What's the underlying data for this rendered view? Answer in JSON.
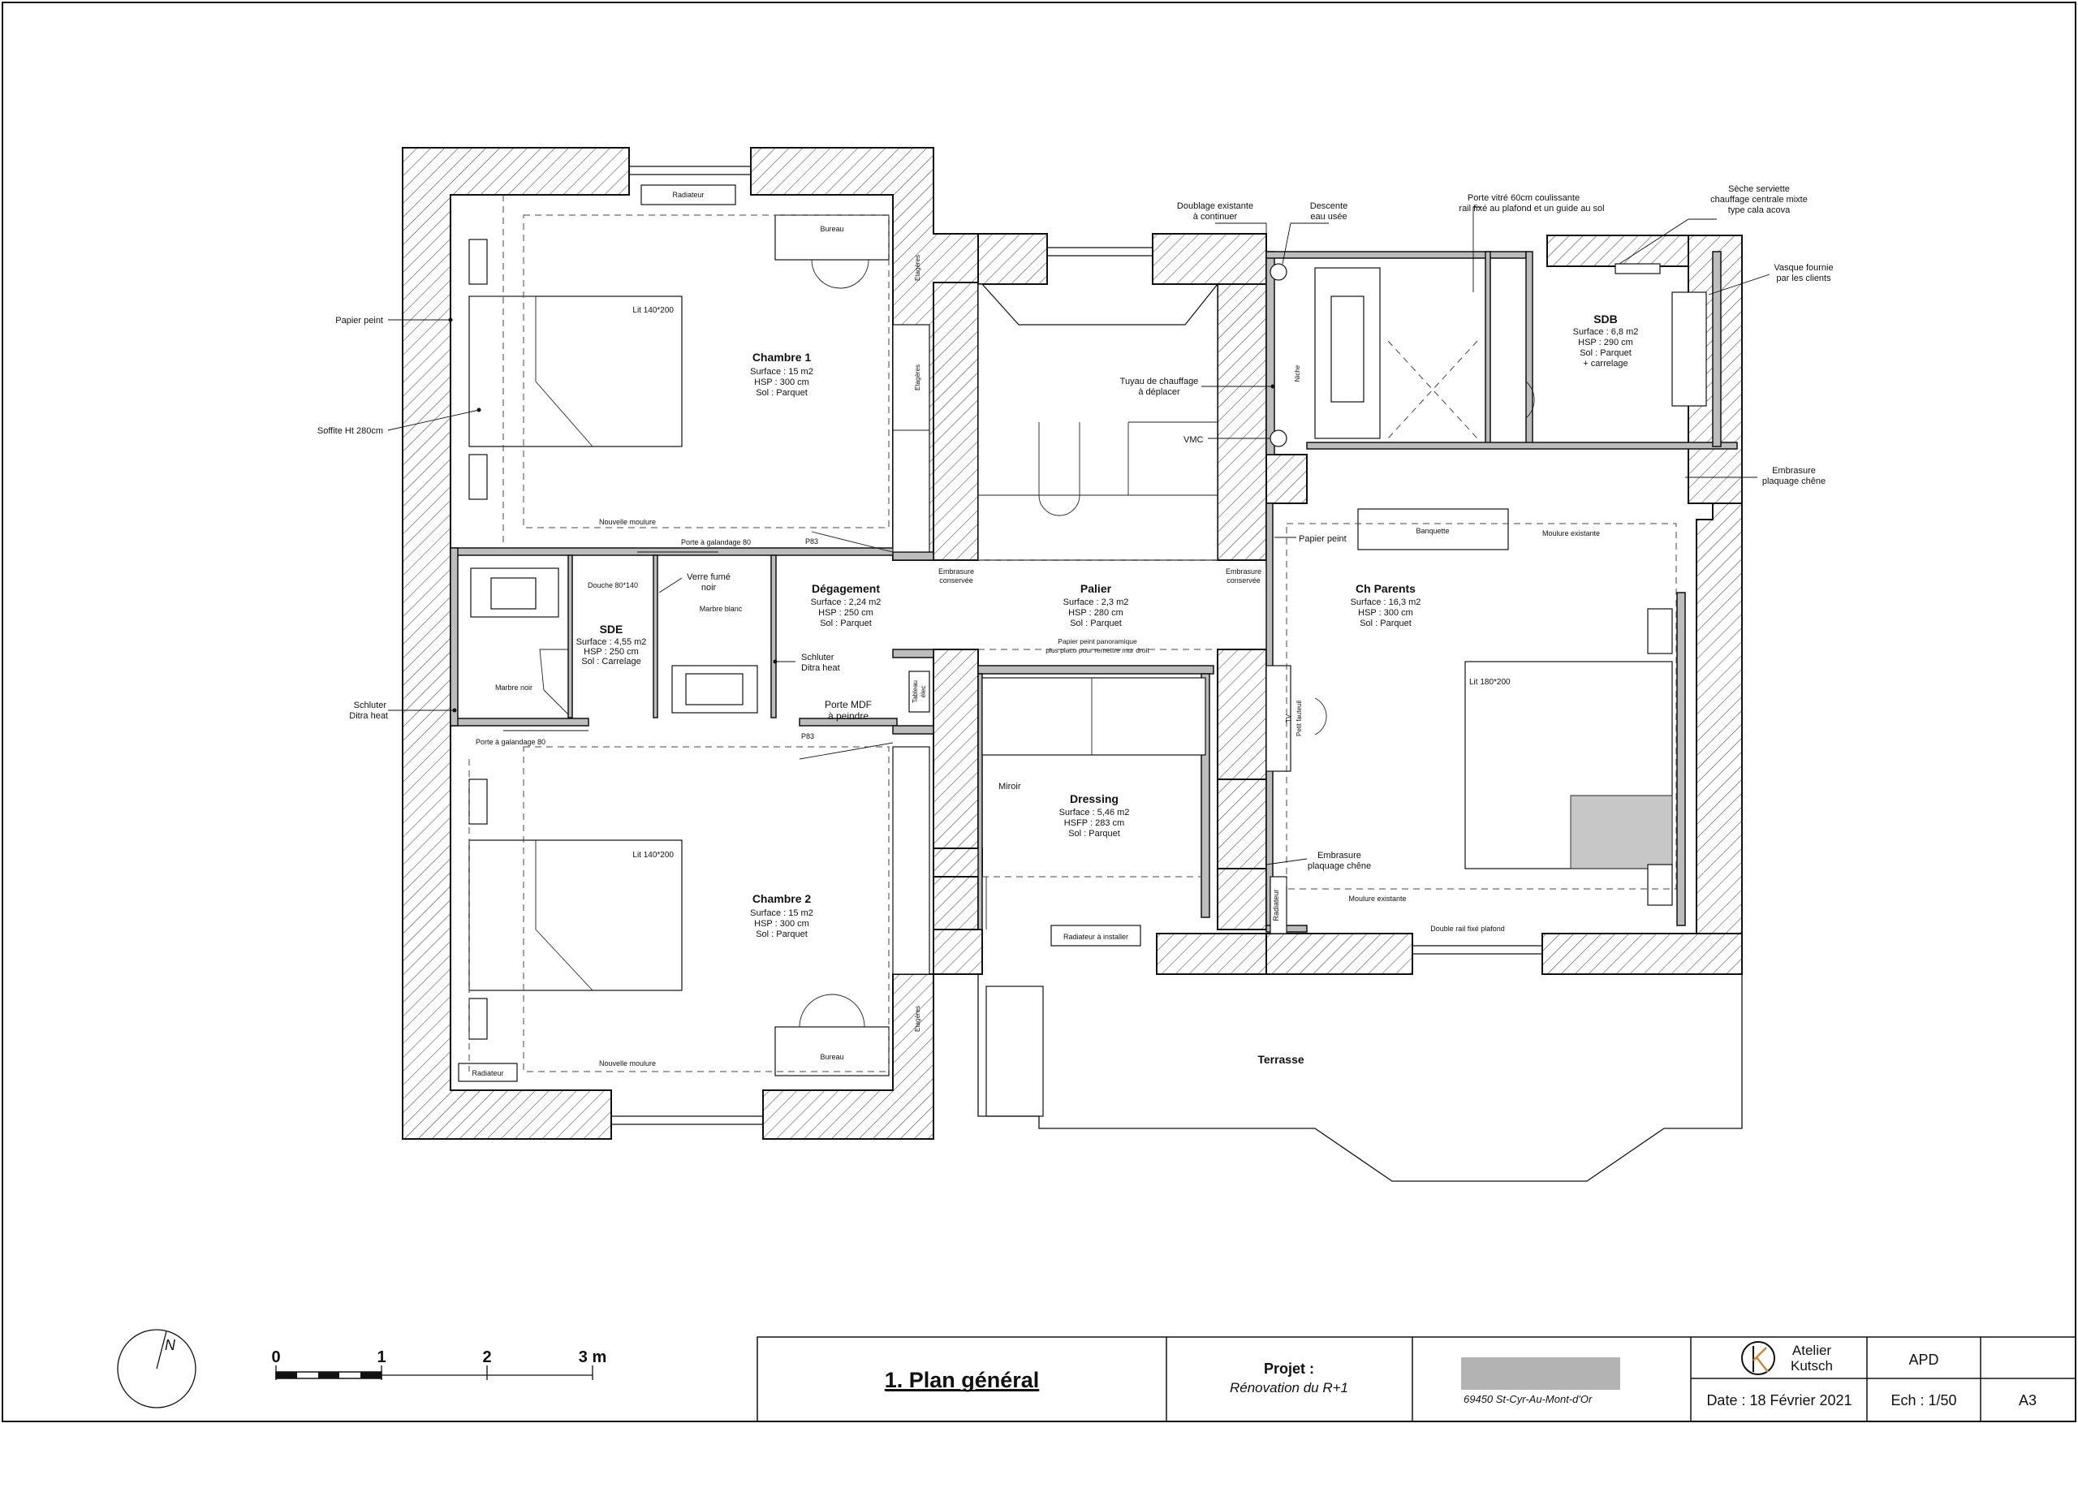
{
  "rooms": {
    "chambre1": {
      "name": "Chambre 1",
      "surface": "Surface : 15 m2",
      "hsp": "HSP : 300 cm",
      "sol": "Sol : Parquet",
      "bed": "Lit 140*200",
      "desk": "Bureau",
      "radiator": "Radiateur"
    },
    "chambre2": {
      "name": "Chambre 2",
      "surface": "Surface : 15 m2",
      "hsp": "HSP : 300 cm",
      "sol": "Sol : Parquet",
      "bed": "Lit 140*200",
      "desk": "Bureau",
      "radiator": "Radiateur"
    },
    "sde": {
      "name": "SDE",
      "surface": "Surface : 4,55 m2",
      "hsp": "HSP : 250 cm",
      "sol": "Sol : Carrelage",
      "shower": "Douche 80*140",
      "marble_black": "Marbre noir",
      "marble_white": "Marbre blanc"
    },
    "degagement": {
      "name": "Dégagement",
      "surface": "Surface : 2,24 m2",
      "hsp": "HSP : 250 cm",
      "sol": "Sol : Parquet",
      "p83_top": "P83",
      "p83_bottom": "P83"
    },
    "palier": {
      "name": "Palier",
      "surface": "Surface : 2,3 m2",
      "hsp": "HSP : 280 cm",
      "sol": "Sol : Parquet",
      "wallpaper_1": "Papier peint panoramique",
      "wallpaper_2": "plus placo pour remettre mur droit"
    },
    "dressing": {
      "name": "Dressing",
      "surface": "Surface : 5,46 m2",
      "hsfp": "HSFP : 283 cm",
      "sol": "Sol : Parquet",
      "radiator": "Radiateur à installer",
      "mirror": "Miroir"
    },
    "chparents": {
      "name": "Ch Parents",
      "surface": "Surface : 16,3 m2",
      "hsp": "HSP : 300 cm",
      "sol": "Sol : Parquet",
      "bed": "Lit 180*200",
      "bench": "Banquette",
      "radiator": "Radiateur",
      "tv": "TV",
      "pouf": "Petit fauteuil"
    },
    "sdb": {
      "name": "SDB",
      "surface": "Surface : 6,8 m2",
      "hsp": "HSP : 290 cm",
      "sol": "Sol : Parquet",
      "sol2": "+ carrelage",
      "niche": "Niche"
    },
    "terrasse": {
      "name": "Terrasse"
    }
  },
  "annotations": {
    "papier_peint_left": "Papier peint",
    "soffite": "Soffite Ht 280cm",
    "schluter_left_1": "Schluter",
    "schluter_left_2": "Ditra heat",
    "nouvelle_moulure_top": "Nouvelle moulure",
    "nouvelle_moulure_bottom": "Nouvelle moulure",
    "porte_galandage_top": "Porte à galandage 80",
    "porte_galandage_bottom": "Porte à galandage 80",
    "verre_1": "Verre fumé",
    "verre_2": "noir",
    "schluter_mid_1": "Schluter",
    "schluter_mid_2": "Ditra heat",
    "porte_mdf_1": "Porte MDF",
    "porte_mdf_2": "à peindre",
    "tableau_1": "Tableau",
    "tableau_2": "élec",
    "etageres_1": "Etagères",
    "etageres_2": "Etagères",
    "etageres_3": "Etagères",
    "embrasure_l1": "Embrasure",
    "embrasure_l2": "conservée",
    "embrasure_r1": "Embrasure",
    "embrasure_r2": "conservée",
    "tuyau_1": "Tuyau de chauffage",
    "tuyau_2": "à déplacer",
    "vmc": "VMC",
    "doublage_1": "Doublage existante",
    "doublage_2": "à continuer",
    "descente_1": "Descente",
    "descente_2": "eau usée",
    "porte_vitre_1": "Porte vitré 60cm coulissante",
    "porte_vitre_2": "rail fixé au plafond et un guide au sol",
    "seche_1": "Sèche serviette",
    "seche_2": "chauffage centrale mixte",
    "seche_3": "type cala acova",
    "vasque_1": "Vasque fournie",
    "vasque_2": "par les clients",
    "embrasure_chene_r1": "Embrasure",
    "embrasure_chene_r2": "plaquage chêne",
    "papier_peint_right": "Papier peint",
    "moulure_existante_top": "Moulure existante",
    "moulure_existante_bottom": "Moulure existante",
    "embrasure_chene_m1": "Embrasure",
    "embrasure_chene_m2": "plaquage chêne",
    "double_rail": "Double rail fixé plafond"
  },
  "scale": {
    "labels": [
      "0",
      "1",
      "2",
      "3 m"
    ],
    "north": "N"
  },
  "titleblock": {
    "title": "1. Plan général",
    "projet_label": "Projet :",
    "projet_name": "Rénovation du R+1",
    "address": "69450 St-Cyr-Au-Mont-d'Or",
    "firm_1": "Atelier",
    "firm_2": "Kutsch",
    "phase": "APD",
    "date": "Date : 18 Février 2021",
    "scale": "Ech : 1/50",
    "format": "A3"
  },
  "colors": {
    "partition": "#bdbdbd",
    "redacted": "#b3b3b3",
    "logo_accent": "#c8893a"
  }
}
